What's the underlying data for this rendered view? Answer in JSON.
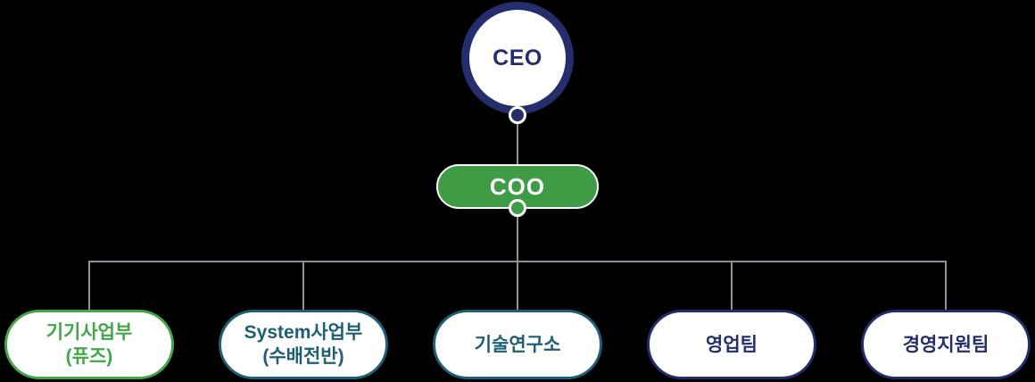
{
  "chart_title": "organization-chart",
  "nodes": {
    "ceo": {
      "label": "CEO"
    },
    "coo": {
      "label": "COO"
    }
  },
  "departments": [
    {
      "line1": "기기사업부",
      "line2": "(퓨즈)",
      "color": "#43a648"
    },
    {
      "line1": "System사업부",
      "line2": "(수배전반)",
      "color": "#1d6075"
    },
    {
      "line1": "기술연구소",
      "line2": "",
      "color": "#1d6075"
    },
    {
      "line1": "영업팀",
      "line2": "",
      "color": "#242e6d"
    },
    {
      "line1": "경영지원팀",
      "line2": "",
      "color": "#242e6d"
    }
  ],
  "colors": {
    "background": "#000000",
    "navy": "#242e6d",
    "teal": "#1d6075",
    "green": "#43a648",
    "coo_fill": "#3e9c44",
    "node_fill": "#ffffff",
    "connector": "#8b929c"
  }
}
